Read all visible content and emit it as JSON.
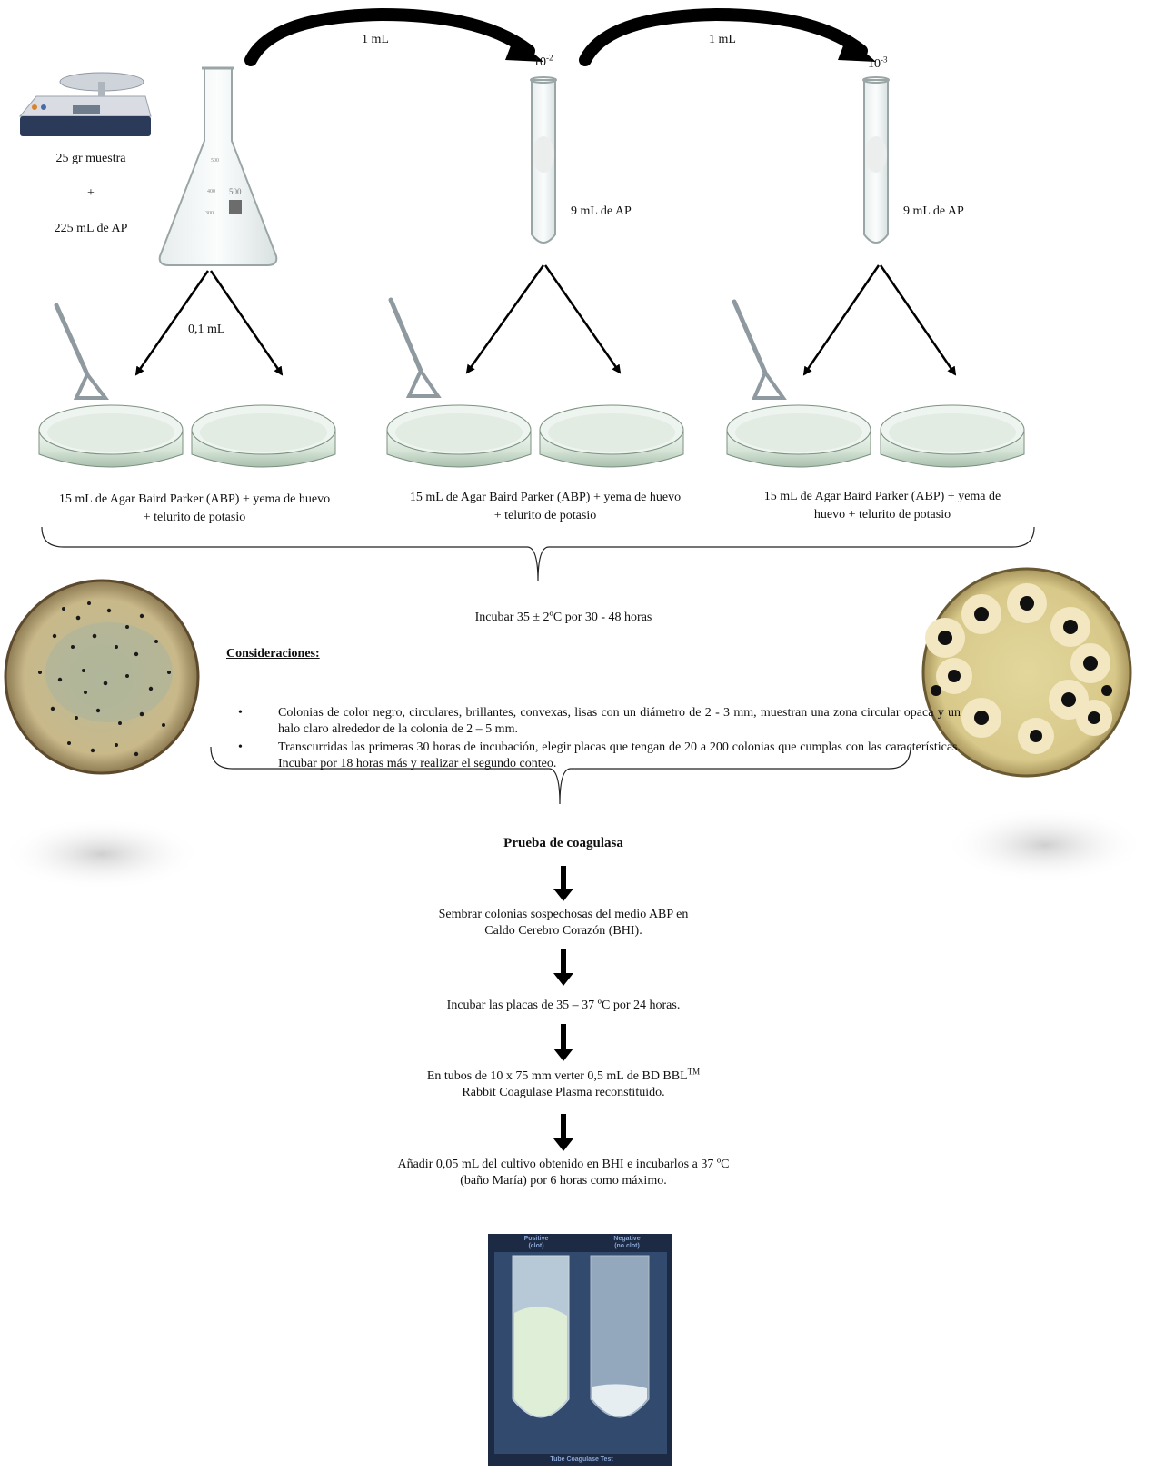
{
  "transfers": {
    "first": "1 mL",
    "second": "1 mL"
  },
  "dilutions": {
    "tube1": {
      "base": "10",
      "exp": "-2"
    },
    "tube2": {
      "base": "10",
      "exp": "-3"
    }
  },
  "sample": {
    "line1": "25 gr muestra",
    "plus": "+",
    "line2": "225 mL de AP"
  },
  "tubes": {
    "tube1_label": "9 mL de AP",
    "tube2_label": "9 mL de AP"
  },
  "plating_volume": "0,1 mL",
  "media_labels": [
    "15 mL de Agar Baird Parker (ABP) + yema de huevo + telurito de potasio",
    "15 mL de Agar Baird Parker (ABP) + yema de huevo + telurito de potasio",
    "15 mL de Agar Baird Parker (ABP) + yema de huevo + telurito de potasio"
  ],
  "incubation": "Incubar 35 ± 2ºC por 30 - 48 horas",
  "considerations": {
    "heading": "Consideraciones:",
    "bullet_char": "•",
    "items": [
      "Colonias de color negro, circulares, brillantes, convexas, lisas con un diámetro de 2 - 3 mm, muestran una zona circular opaca y un halo claro alrededor de la colonia de 2 – 5 mm.",
      "Transcurridas las primeras 30 horas de incubación, elegir placas que tengan de 20 a 200 colonias que cumplas con las características. Incubar por 18 horas más y realizar el segundo conteo."
    ]
  },
  "coagulase": {
    "title": "Prueba de coagulasa",
    "steps": [
      "Sembrar colonias sospechosas del medio ABP en Caldo Cerebro Corazón (BHI).",
      "Incubar las placas de 35 – 37 ºC por 24 horas.",
      "En tubos de 10 x 75 mm verter 0,5 mL de BD BBL",
      "Añadir 0,05 mL del cultivo obtenido en BHI e incubarlos a 37 ºC (baño María) por 6 horas como máximo."
    ],
    "step3_tm": "TM",
    "step3_rest": " Rabbit Coagulase Plasma reconstituido."
  },
  "photo": {
    "positive": "Positive",
    "positive_sub": "(clot)",
    "negative": "Negative",
    "negative_sub": "(no clot)",
    "caption": "Tube Coagulase Test"
  },
  "colors": {
    "ink": "#111111",
    "arrow": "#000000",
    "agar_left": "#c9b98a",
    "agar_right": "#d8c98a"
  }
}
